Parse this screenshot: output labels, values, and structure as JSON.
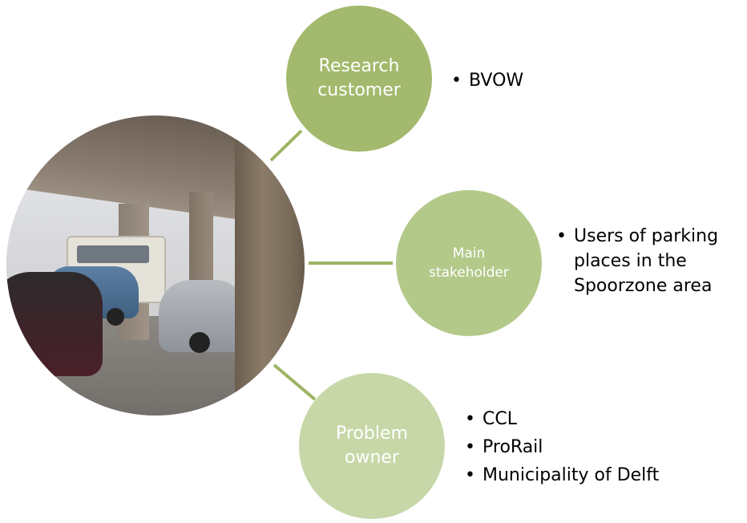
{
  "nodes": [
    {
      "key": "research",
      "label": "Research\ncustomer",
      "items": [
        "BVOW"
      ]
    },
    {
      "key": "main",
      "label": "Main\nstakeholder",
      "items": [
        "Users of parking places in the Spoorzone area"
      ]
    },
    {
      "key": "problem",
      "label": "Problem\nowner",
      "items": [
        "CCL",
        "ProRail",
        "Municipality of Delft"
      ]
    }
  ],
  "colors": {
    "research": "#a3b96d",
    "main": "#b3c98a",
    "problem": "#c7d7a8",
    "connector": "#9db565",
    "node_text": "#ffffff"
  },
  "bullet_char": "•",
  "icons": {
    "center": "parking-garage-photo"
  }
}
